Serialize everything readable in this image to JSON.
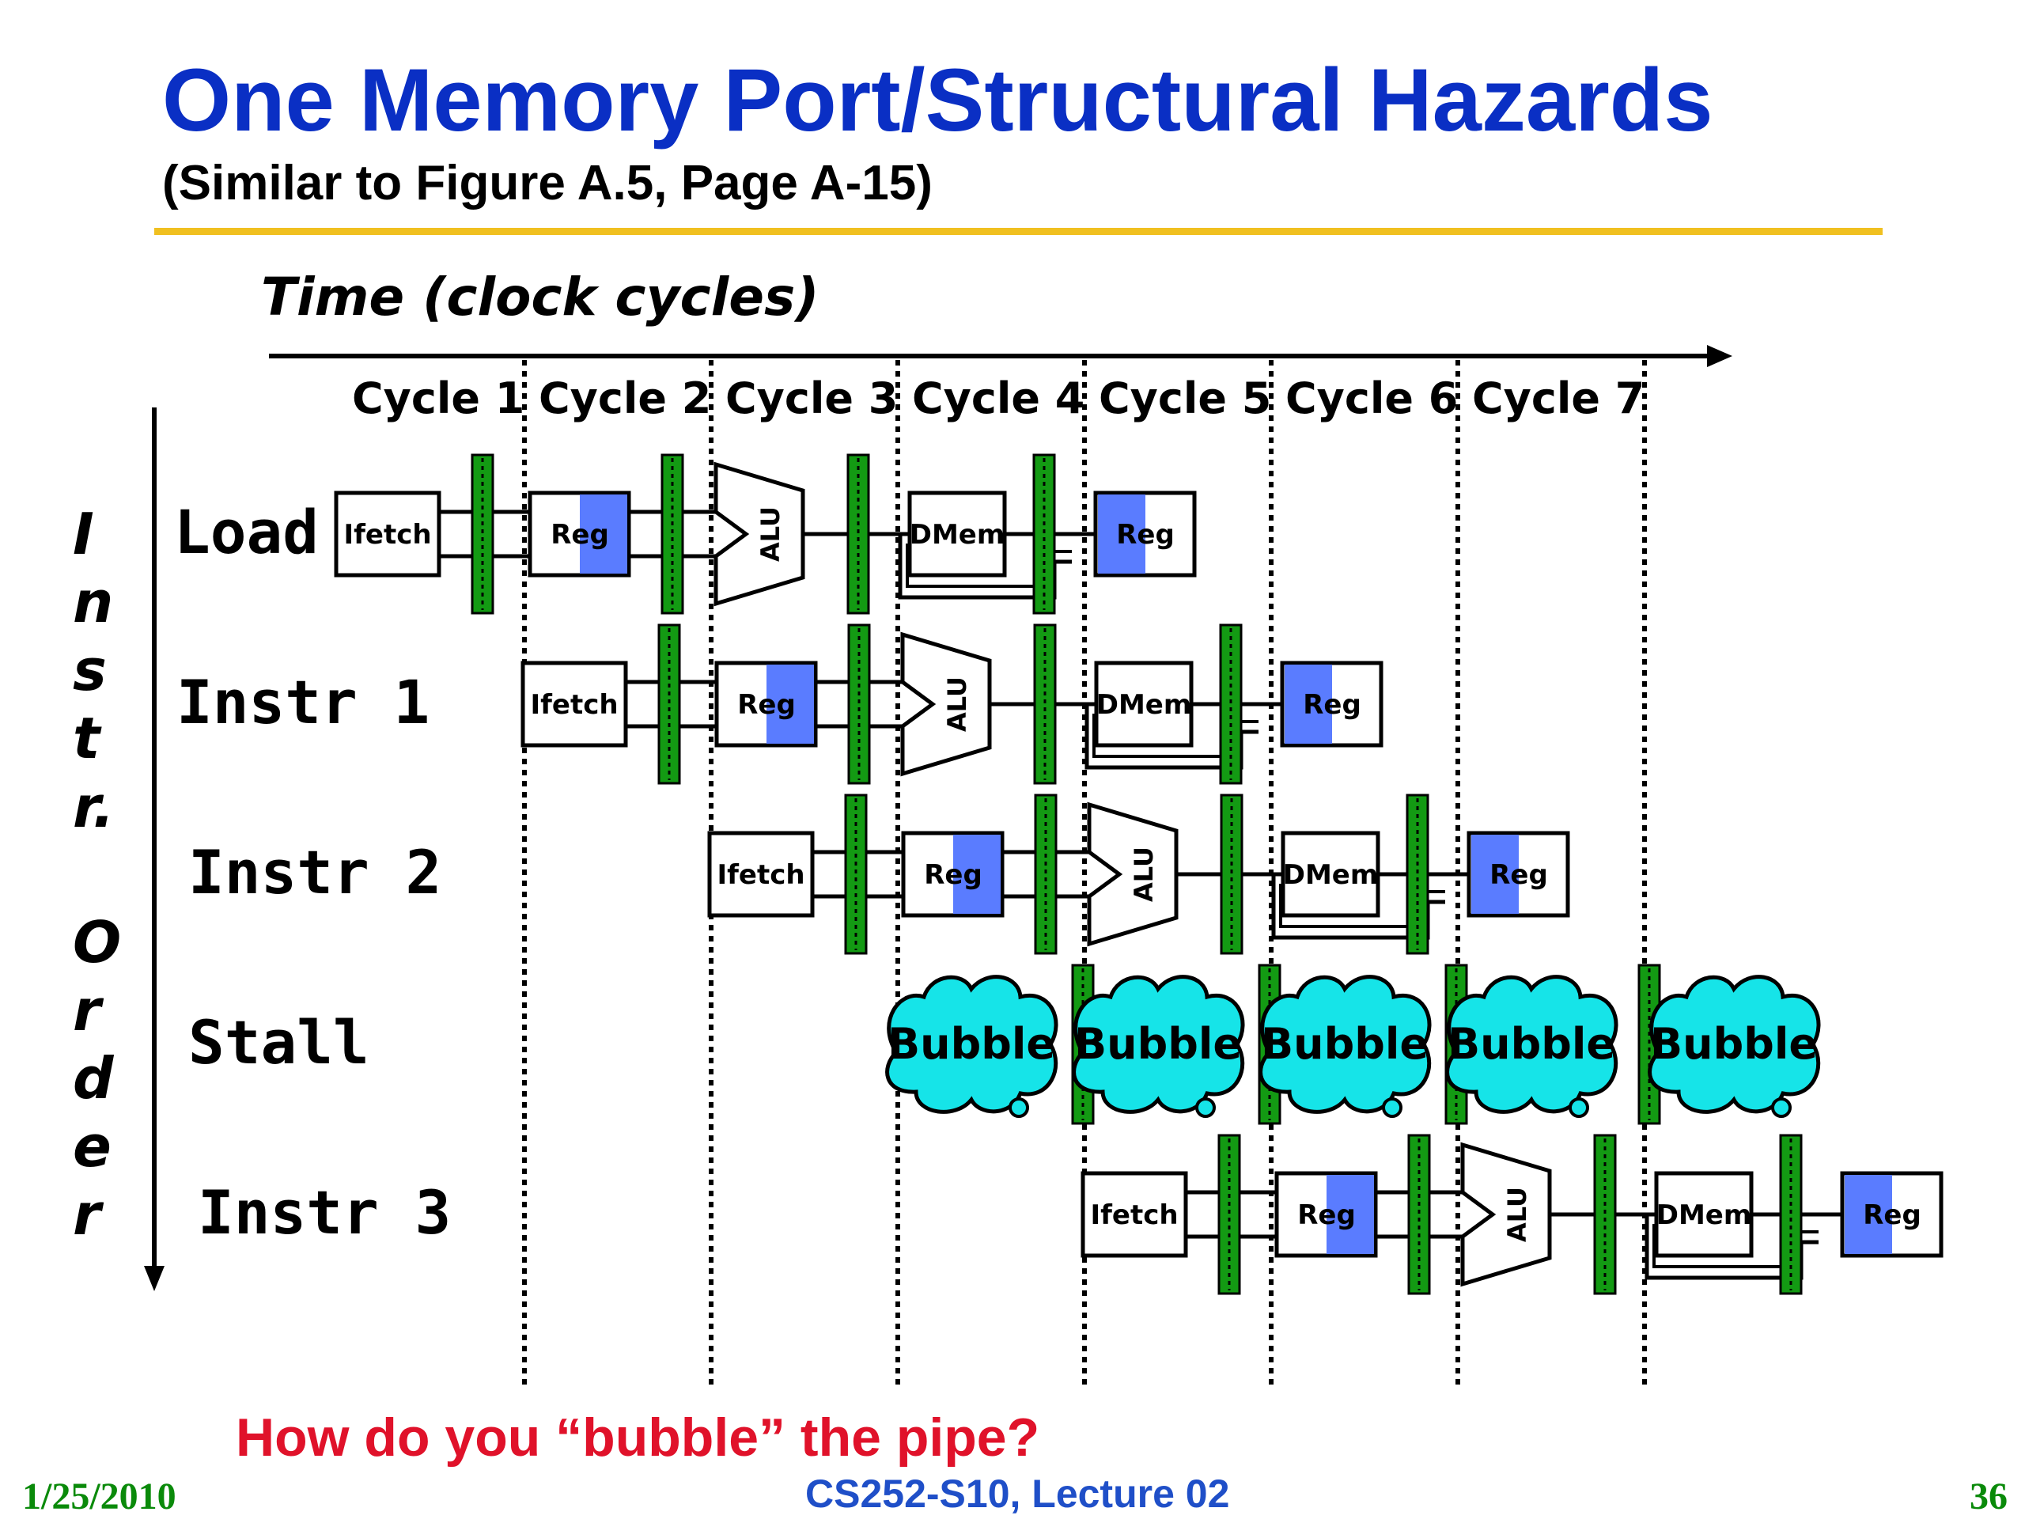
{
  "slide": {
    "title": "One Memory Port/Structural Hazards",
    "subtitle": "(Similar to Figure A.5, Page A-15)",
    "time_label": "Time (clock cycles)",
    "order_label": [
      "I",
      "n",
      "s",
      "t",
      "r.",
      "O",
      "r",
      "d",
      "e",
      "r"
    ],
    "question": "How do you “bubble” the pipe?",
    "footer": {
      "date": "1/25/2010",
      "course": "CS252-S10, Lecture 02",
      "page": "36"
    }
  },
  "cycles": [
    "Cycle 1",
    "Cycle 2",
    "Cycle 3",
    "Cycle 4",
    "Cycle 5",
    "Cycle 6",
    "Cycle 7"
  ],
  "rows": [
    {
      "label": "Load",
      "start": 0,
      "kind": "pipe"
    },
    {
      "label": "Instr 1",
      "start": 1,
      "kind": "pipe"
    },
    {
      "label": "Instr 2",
      "start": 2,
      "kind": "pipe"
    },
    {
      "label": "Stall",
      "start": 3,
      "kind": "stall"
    },
    {
      "label": "Instr 3",
      "start": 4,
      "kind": "pipe"
    }
  ],
  "stages": {
    "ifetch": "Ifetch",
    "reg": "Reg",
    "alu": "ALU",
    "dmem": "DMem",
    "bubble": "Bubble"
  },
  "colors": {
    "title": "#0a2fc4",
    "rule": "#f0c020",
    "latch": "#139a13",
    "reg_fill": "#5a7cff",
    "bubble": "#16e4e8",
    "question": "#e0122a",
    "footer_green": "#0a8a0a",
    "footer_blue": "#1f4fc8"
  }
}
